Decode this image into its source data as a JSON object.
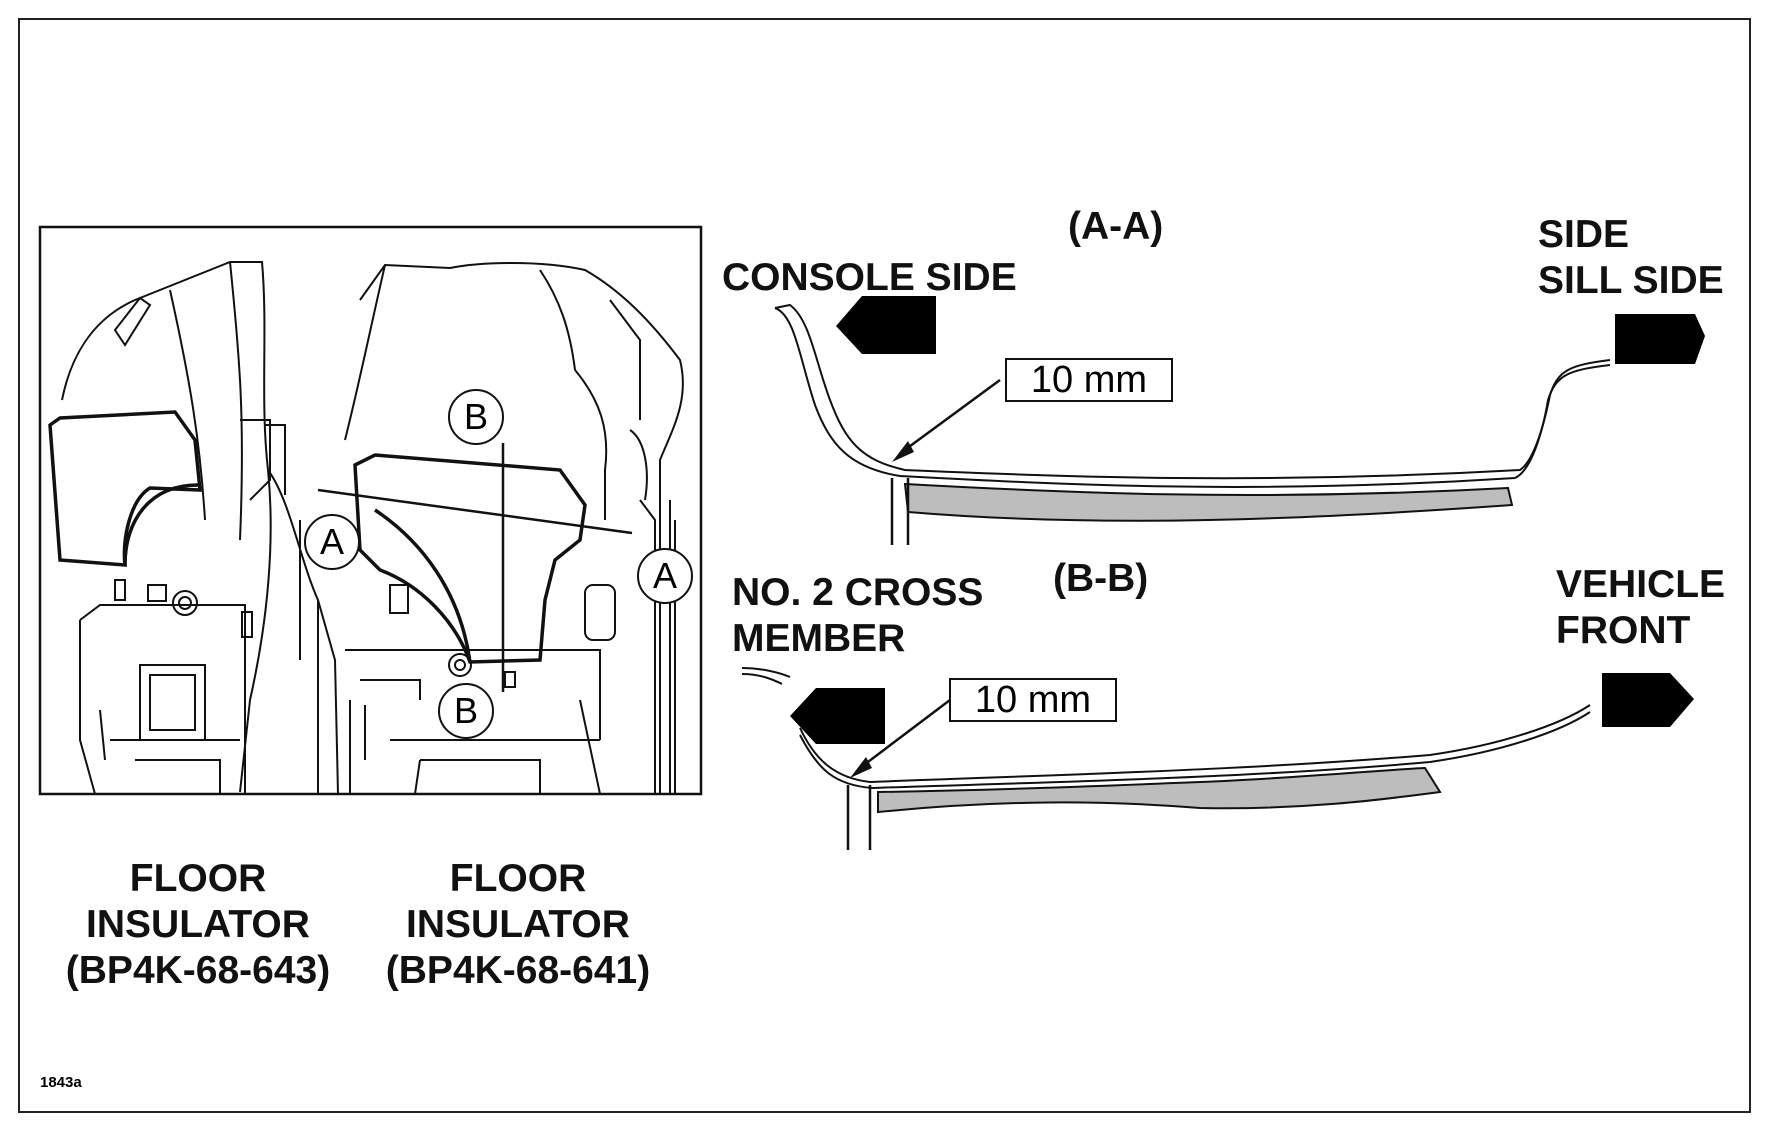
{
  "sections": {
    "aa_title": "(A-A)",
    "bb_title": "(B-B)"
  },
  "directions": {
    "console_side": "CONSOLE SIDE",
    "side_sill_side_line1": "SIDE",
    "side_sill_side_line2": "SILL SIDE",
    "cross_member_line1": "NO. 2 CROSS",
    "cross_member_line2": "MEMBER",
    "vehicle_front_line1": "VEHICLE",
    "vehicle_front_line2": "FRONT"
  },
  "measurements": {
    "aa_gap": "10 mm",
    "bb_gap": "10 mm"
  },
  "markers": {
    "b_top": "B",
    "b_bottom": "B",
    "a_left": "A",
    "a_right": "A"
  },
  "parts": [
    {
      "line1": "FLOOR",
      "line2": "INSULATOR",
      "line3": "(BP4K-68-643)"
    },
    {
      "line1": "FLOOR",
      "line2": "INSULATOR",
      "line3": "(BP4K-68-641)"
    }
  ],
  "figure_code": "1843a",
  "colors": {
    "insulator_fill": "#bdbdbd",
    "line": "#111111"
  }
}
